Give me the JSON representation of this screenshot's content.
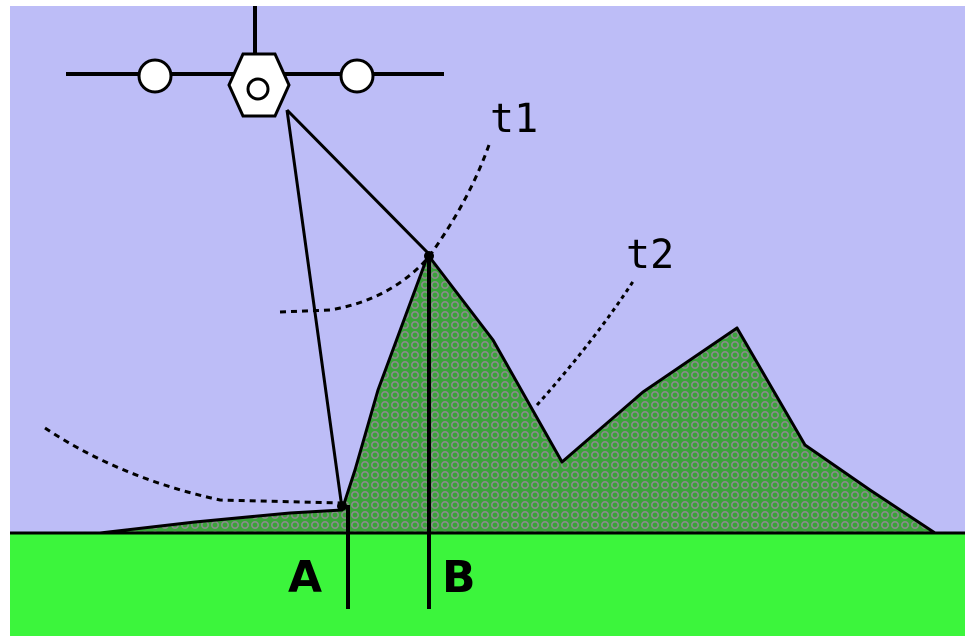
{
  "labels": {
    "t1": "t1",
    "t2": "t2",
    "a": "A",
    "b": "B"
  },
  "colors": {
    "sky": "#bdbdf7",
    "ground": "#3cf53c",
    "terrain_fill": "#3aa33a",
    "terrain_pattern": "#8a8a8a",
    "line": "#000000",
    "border": "#ffffff"
  }
}
